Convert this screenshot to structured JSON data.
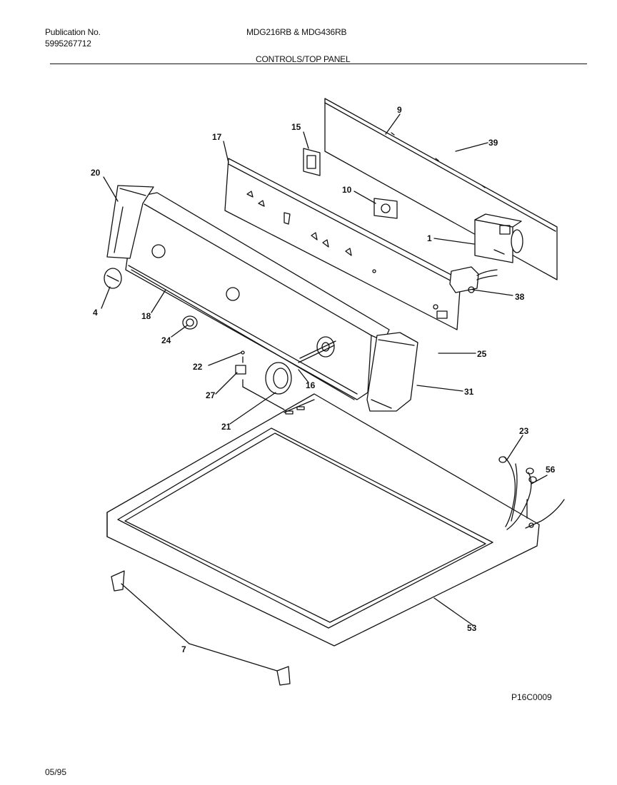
{
  "header": {
    "publication_label": "Publication No.",
    "publication_number": "5995267712",
    "models": "MDG216RB & MDG436RB",
    "section_title": "CONTROLS/TOP PANEL"
  },
  "callouts": {
    "c1": "1",
    "c4": "4",
    "c7": "7",
    "c9": "9",
    "c10": "10",
    "c15": "15",
    "c16": "16",
    "c17": "17",
    "c18": "18",
    "c20": "20",
    "c21": "21",
    "c22": "22",
    "c23": "23",
    "c24": "24",
    "c25": "25",
    "c27": "27",
    "c31": "31",
    "c38": "38",
    "c39": "39",
    "c53": "53",
    "c56": "56"
  },
  "footer": {
    "diagram_code": "P16C0009",
    "date": "05/95"
  }
}
